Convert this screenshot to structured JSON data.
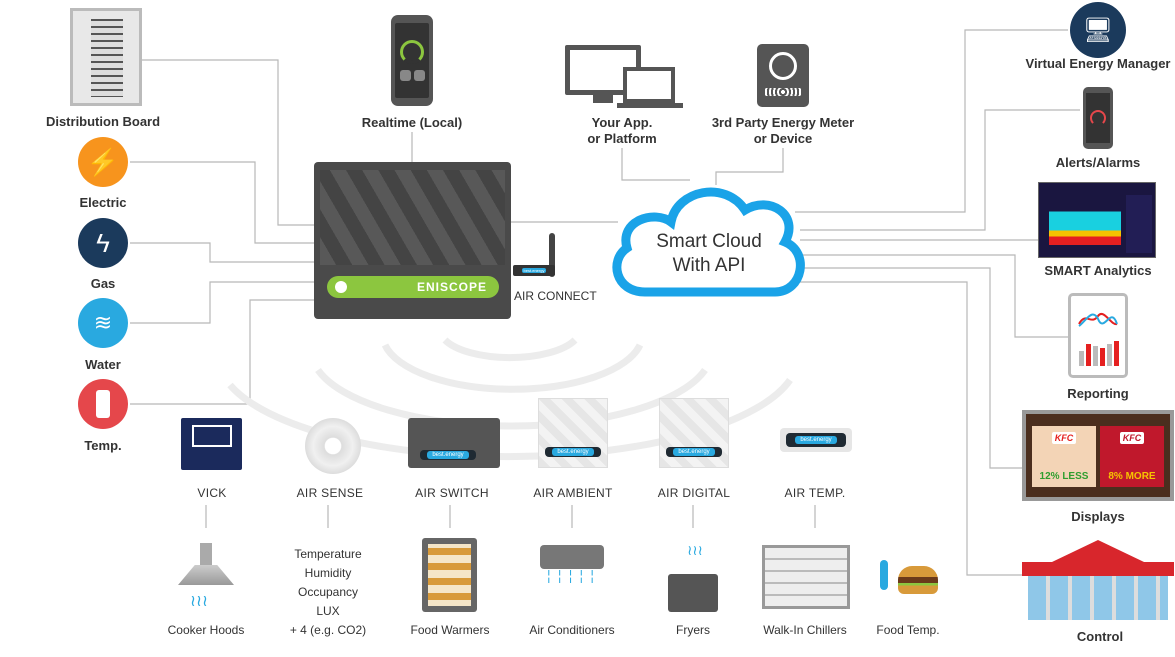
{
  "inputs": {
    "distribution_board": "Distribution Board",
    "electric": "Electric",
    "gas": "Gas",
    "water": "Water",
    "temp": "Temp."
  },
  "top": {
    "realtime": "Realtime (Local)",
    "your_app_line1": "Your App.",
    "your_app_line2": "or Platform",
    "meter_line1": "3rd Party Energy Meter",
    "meter_line2": "or Device"
  },
  "hub": {
    "brand": "ENISCOPE",
    "air_connect": "AIR CONNECT",
    "dongle_text": "best.energy"
  },
  "cloud": {
    "line1": "Smart Cloud",
    "line2": "With API"
  },
  "outputs": {
    "virtual_energy_manager": "Virtual Energy Manager",
    "alerts": "Alerts/Alarms",
    "analytics": "SMART Analytics",
    "reporting": "Reporting",
    "displays": "Displays",
    "control": "Control"
  },
  "devices": [
    {
      "name": "VICK"
    },
    {
      "name": "AIR SENSE"
    },
    {
      "name": "AIR SWITCH"
    },
    {
      "name": "AIR AMBIENT"
    },
    {
      "name": "AIR DIGITAL"
    },
    {
      "name": "AIR TEMP."
    }
  ],
  "device_badge": "best.energy",
  "appliances": {
    "cooker_hoods": "Cooker Hoods",
    "sensor_list": [
      "Temperature",
      "Humidity",
      "Occupancy",
      "LUX",
      "+ 4 (e.g. CO2)"
    ],
    "food_warmers": "Food Warmers",
    "air_conditioners": "Air Conditioners",
    "fryers": "Fryers",
    "walk_in_chillers": "Walk-In Chillers",
    "food_temp": "Food Temp."
  },
  "display_promo": {
    "left": "12% LESS",
    "right": "8% MORE",
    "brand": "KFC"
  },
  "colors": {
    "green": "#8cc63f",
    "orange": "#f7941d",
    "navy": "#1b3a5c",
    "water": "#29a9e0",
    "red": "#e5474b",
    "cloud": "#1aa3e8",
    "line": "#b5b5b5"
  }
}
